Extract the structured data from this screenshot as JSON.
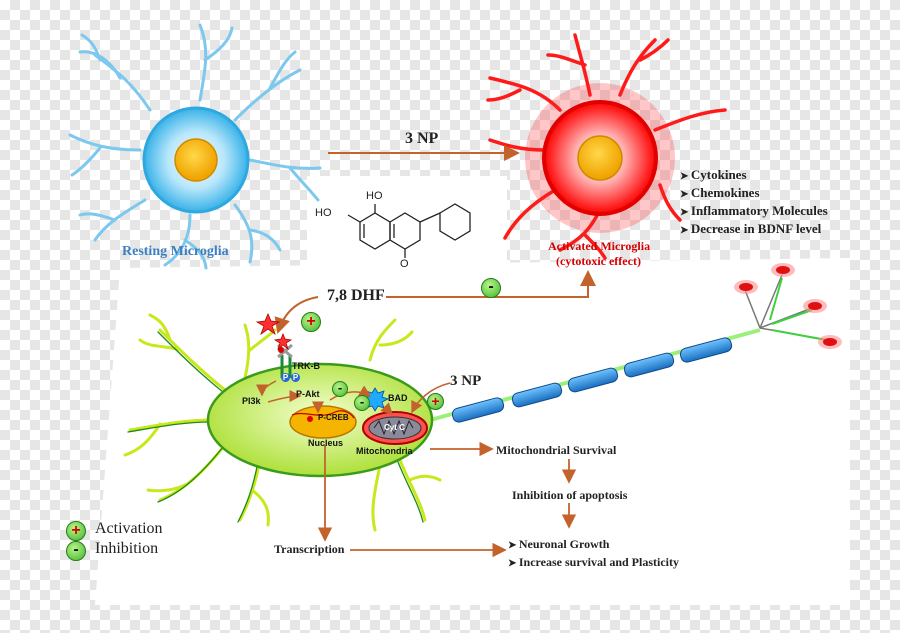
{
  "resting_label": "Resting Microglia",
  "activated_label_1": "Activated Microglia",
  "activated_label_2": "(cytotoxic effect)",
  "arrow_3np_top": "3 NP",
  "compound_label": "7,8 DHF",
  "molecule": {
    "oh1": "HO",
    "oh2": "HO",
    "o": "O"
  },
  "effects": [
    "Cytokines",
    "Chemokines",
    "Inflammatory Molecules",
    "Decrease in BDNF level"
  ],
  "neuron": {
    "trkb": "TRK-B",
    "pp": "P",
    "pi3k": "PI3k",
    "pakt": "P-Akt",
    "pcreb": "P-CREB",
    "nucleus": "Nucleus",
    "bad": "BAD",
    "cytc": "Cyt C",
    "mitochondria": "Mitochondria",
    "np": "3 NP"
  },
  "flow": {
    "mito_survival": "Mitochondrial Survival",
    "apoptosis": "Inhibition of apoptosis",
    "transcription": "Transcription",
    "outcomes": [
      "Neuronal Growth",
      "Increase survival and Plasticity"
    ]
  },
  "legend": {
    "activation": "Activation",
    "inhibition": "Inhibition",
    "plus": "+",
    "minus": "-"
  },
  "colors": {
    "arrow": "#c4622c",
    "resting": "#5ec5f0",
    "activated": "#ff0000",
    "soma": "#c8ef5a",
    "axon": "#2f8fd8"
  }
}
